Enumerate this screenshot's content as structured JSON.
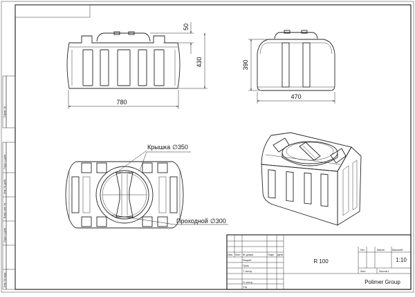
{
  "dimensions": {
    "lid_height": "50",
    "total_height": "430",
    "length": "780",
    "side_height": "390",
    "width": "470"
  },
  "callouts": {
    "lid": "Крышка",
    "lid_value": "350",
    "passage": "Проходной",
    "passage_value": "300",
    "diameter_symbol": "∅"
  },
  "title_block": {
    "headers": [
      "Изм.",
      "Лист",
      "№ докум.",
      "Подп.",
      "Дата"
    ],
    "rows": [
      "Разраб.",
      "Пров.",
      "Т. контр.",
      "",
      "Н. контр.",
      "Утв."
    ],
    "designation": "R 100",
    "lit_label": "Лит.",
    "mass_label": "Масса",
    "scale_label": "Масштаб",
    "scale_value": "1:10",
    "sheet_label": "Лист",
    "sheets_label": "Листов 1",
    "company": "Polimer Group"
  },
  "side_stamp": [
    "Справ. №",
    "Подп. и дата",
    "Инв. № дубл.",
    "Взам. инв. №",
    "Подп. и дата",
    "Инв. № подл."
  ]
}
